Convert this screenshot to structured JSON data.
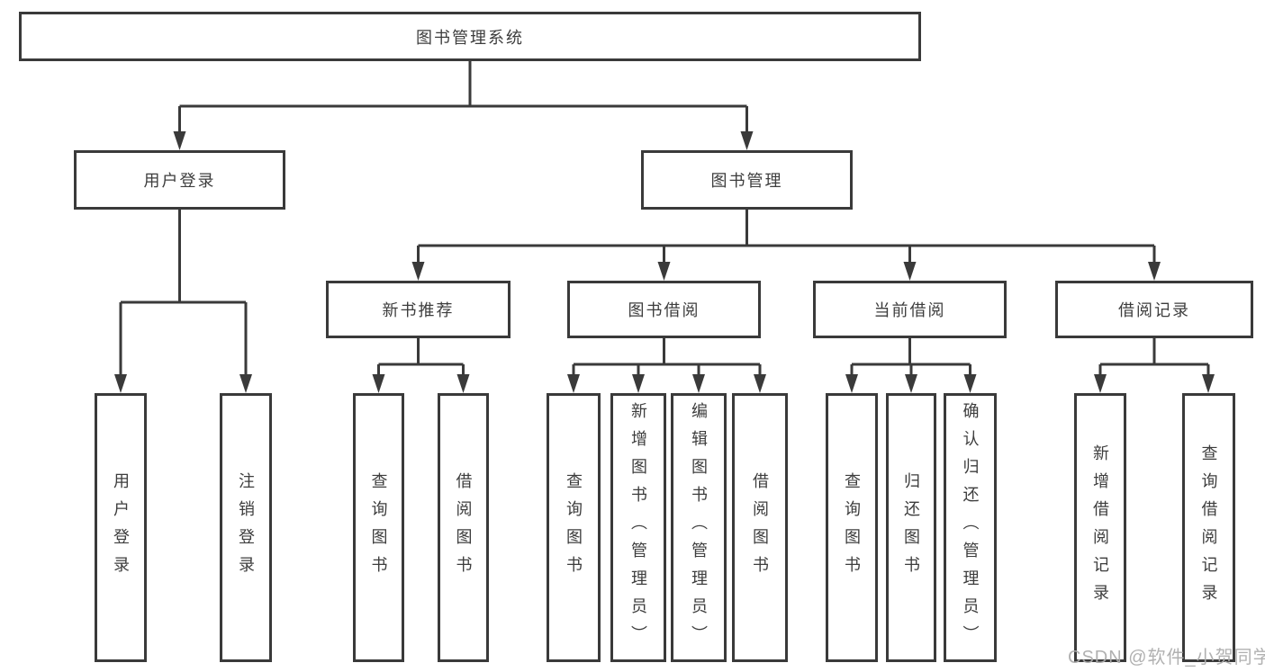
{
  "diagram": {
    "title": "图书管理系统",
    "root_label": "图书管理系统",
    "level2": {
      "user_login": "用户登录",
      "book_mgmt": "图书管理"
    },
    "level3": {
      "new_book_rec": "新书推荐",
      "book_borrow": "图书借阅",
      "current_borrow": "当前借阅",
      "borrow_records": "借阅记录"
    },
    "leaves": {
      "user_login": [
        "用户登录",
        "注销登录"
      ],
      "new_book_rec": [
        "查询图书",
        "借阅图书"
      ],
      "book_borrow": [
        "查询图书",
        "新增图书（管理员）",
        "编辑图书（管理员）",
        "借阅图书"
      ],
      "current_borrow": [
        "查询图书",
        "归还图书",
        "确认归还（管理员）"
      ],
      "borrow_records": [
        "新增借阅记录",
        "查询借阅记录"
      ]
    }
  },
  "watermark": {
    "text": "CSDN @软件_小贺同学"
  },
  "colors": {
    "line": "#3a3a3a",
    "text": "#3d3d3d",
    "background": "#ffffff",
    "watermark": "#adadad"
  }
}
